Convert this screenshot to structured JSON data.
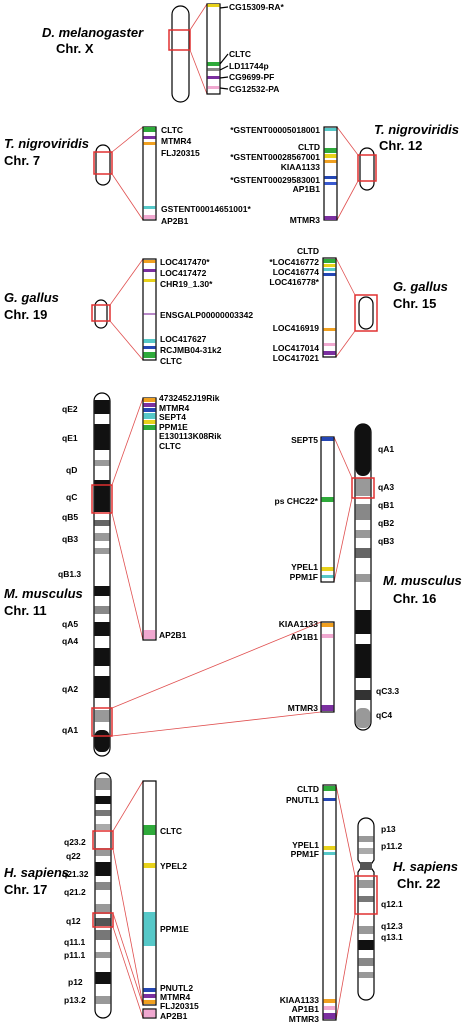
{
  "colors": {
    "highlight": "#e03030",
    "CLTC": "#2eaa3a",
    "MTMR": "#7b2fa0",
    "SEPT": "#2446b4",
    "PPM1": "#56c8c8",
    "YPEL": "#e8d21a",
    "AP2B1": "#f0a8d0",
    "AP1B1": "#3a5ad0",
    "orange": "#f0a020",
    "grey": "#888888",
    "darkgrey": "#444444"
  },
  "panels": [
    {
      "id": "dmel-x",
      "species": "D. melanogaster",
      "chromosome": "Chr. X",
      "genes": [
        {
          "label": "CG15309-RA*",
          "color": "#e8d21a"
        },
        {
          "label": "CLTC",
          "color": "#2eaa3a"
        },
        {
          "label": "LD11744p",
          "color": "#888888"
        },
        {
          "label": "CG9699-PF",
          "color": "#7b2fa0"
        },
        {
          "label": "CG12532-PA",
          "color": "#f0a8d0"
        }
      ]
    },
    {
      "id": "tnig-7",
      "species": "T. nigroviridis",
      "chromosome": "Chr. 7",
      "genes": [
        {
          "label": "CLTC",
          "color": "#2eaa3a"
        },
        {
          "label": "MTMR4",
          "color": "#7b2fa0"
        },
        {
          "label": "FLJ20315",
          "color": "#f0a020"
        },
        {
          "label": "GSTENT00014651001*",
          "color": "#56c8c8"
        },
        {
          "label": "AP2B1",
          "color": "#f0a8d0"
        }
      ]
    },
    {
      "id": "tnig-12",
      "species": "T. nigroviridis",
      "chromosome": "Chr. 12",
      "genes": [
        {
          "label": "*GSTENT00005018001",
          "color": "#56c8c8"
        },
        {
          "label": "CLTD",
          "color": "#2eaa3a"
        },
        {
          "label": "*GSTENT00028567001",
          "color": "#e8d21a"
        },
        {
          "label": "KIAA1133",
          "color": "#f0a020"
        },
        {
          "label": "*GSTENT00029583001",
          "color": "#2446b4"
        },
        {
          "label": "AP1B1",
          "color": "#3a5ad0"
        },
        {
          "label": "MTMR3",
          "color": "#7b2fa0"
        }
      ]
    },
    {
      "id": "ggal-19",
      "species": "G. gallus",
      "chromosome": "Chr. 19",
      "genes": [
        {
          "label": "LOC417470*",
          "color": "#f0a020"
        },
        {
          "label": "LOC417472",
          "color": "#7b2fa0"
        },
        {
          "label": "CHR19_1.30*",
          "color": "#e8d21a"
        },
        {
          "label": "ENSGALP00000003342",
          "color": "#b888c8"
        },
        {
          "label": "LOC417627",
          "color": "#56c8c8"
        },
        {
          "label": "RCJMB04-31k2",
          "color": "#2446b4"
        },
        {
          "label": "CLTC",
          "color": "#2eaa3a"
        }
      ]
    },
    {
      "id": "ggal-15",
      "species": "G. gallus",
      "chromosome": "Chr. 15",
      "genes": [
        {
          "label": "CLTD",
          "color": "#2eaa3a"
        },
        {
          "label": "*LOC416772",
          "color": "#e8d21a"
        },
        {
          "label": "LOC416774",
          "color": "#56c8c8"
        },
        {
          "label": "LOC416778*",
          "color": "#2446b4"
        },
        {
          "label": "LOC416919",
          "color": "#f0a020"
        },
        {
          "label": "LOC417014",
          "color": "#f0a8d0"
        },
        {
          "label": "LOC417021",
          "color": "#7b2fa0"
        }
      ]
    },
    {
      "id": "mmus-11",
      "species": "M. musculus",
      "chromosome": "Chr. 11",
      "bands": [
        "qE2",
        "qE1",
        "qD",
        "qC",
        "qB5",
        "qB3",
        "qB1.3",
        "qA5",
        "qA4",
        "qA2",
        "qA1"
      ],
      "genes": [
        {
          "label": "4732452J19Rik",
          "color": "#f0a020"
        },
        {
          "label": "MTMR4",
          "color": "#7b2fa0"
        },
        {
          "label": "SEPT4",
          "color": "#2446b4"
        },
        {
          "label": "PPM1E",
          "color": "#56c8c8"
        },
        {
          "label": "E130113K08Rik",
          "color": "#e8d21a"
        },
        {
          "label": "CLTC",
          "color": "#2eaa3a"
        },
        {
          "label": "AP2B1",
          "color": "#f0a8d0"
        }
      ]
    },
    {
      "id": "mmus-16",
      "species": "M. musculus",
      "chromosome": "Chr. 16",
      "bands": [
        "qA1",
        "qA3",
        "qB1",
        "qB2",
        "qB3",
        "qC3.3",
        "qC4"
      ],
      "genes": [
        {
          "label": "SEPT5",
          "color": "#2446b4"
        },
        {
          "label": "ps CHC22*",
          "color": "#2eaa3a"
        },
        {
          "label": "YPEL1",
          "color": "#e8d21a"
        },
        {
          "label": "PPM1F",
          "color": "#56c8c8"
        },
        {
          "label": "KIAA1133",
          "color": "#f0a020"
        },
        {
          "label": "AP1B1",
          "color": "#f0a8d0"
        },
        {
          "label": "MTMR3",
          "color": "#7b2fa0"
        }
      ]
    },
    {
      "id": "hsap-17",
      "species": "H. sapiens",
      "chromosome": "Chr. 17",
      "bands": [
        "q23.2",
        "q22",
        "q21.32",
        "q21.2",
        "q12",
        "q11.1",
        "p11.1",
        "p12",
        "p13.2"
      ],
      "genes": [
        {
          "label": "CLTC",
          "color": "#2eaa3a"
        },
        {
          "label": "YPEL2",
          "color": "#e8d21a"
        },
        {
          "label": "PPM1E",
          "color": "#56c8c8"
        },
        {
          "label": "PNUTL2",
          "color": "#2446b4"
        },
        {
          "label": "MTMR4",
          "color": "#7b2fa0"
        },
        {
          "label": "FLJ20315",
          "color": "#f0a020"
        },
        {
          "label": "AP2B1",
          "color": "#f0a8d0"
        }
      ]
    },
    {
      "id": "hsap-22",
      "species": "H. sapiens",
      "chromosome": "Chr. 22",
      "bands": [
        "p13",
        "p11.2",
        "q12.1",
        "q12.3",
        "q13.1"
      ],
      "genes": [
        {
          "label": "CLTD",
          "color": "#2eaa3a"
        },
        {
          "label": "PNUTL1",
          "color": "#2446b4"
        },
        {
          "label": "YPEL1",
          "color": "#e8d21a"
        },
        {
          "label": "PPM1F",
          "color": "#56c8c8"
        },
        {
          "label": "KIAA1133",
          "color": "#f0a020"
        },
        {
          "label": "AP1B1",
          "color": "#f0a8d0"
        },
        {
          "label": "MTMR3",
          "color": "#7b2fa0"
        }
      ]
    }
  ]
}
